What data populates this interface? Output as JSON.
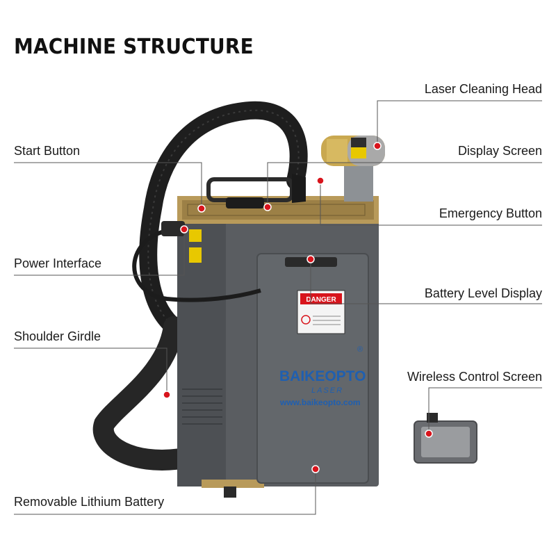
{
  "title": "MACHINE STRUCTURE",
  "callouts": {
    "laser_cleaning_head": "Laser Cleaning Head",
    "start_button": "Start Button",
    "display_screen": "Display Screen",
    "emergency_button": "Emergency Button",
    "power_interface": "Power Interface",
    "battery_level_display": "Battery Level Display",
    "shoulder_girdle": "Shoulder Girdle",
    "wireless_control_screen": "Wireless Control Screen",
    "removable_lithium_battery": "Removable Lithium Battery"
  },
  "machine": {
    "danger_sign": "DANGER",
    "brand": "BAIKEOPTO",
    "brand_mark": "®",
    "brand_sub": "LASER",
    "website": "www.baikeopto.com"
  },
  "colors": {
    "callout_dot": "#d8141c",
    "leader_line": "#555555",
    "body": "#5a5d61",
    "battery": "#63676b",
    "gold": "#b89a5a",
    "hose": "#1e1e1e",
    "brand_blue": "#1f5fb0"
  }
}
